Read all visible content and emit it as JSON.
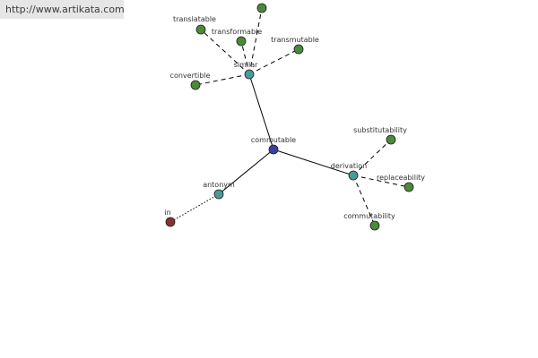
{
  "source_url": "http://www.artikata.com",
  "colors": {
    "center": "#3b3f9a",
    "hub": "#4a9a98",
    "leaf": "#4a8a3a",
    "opposite": "#8a3030"
  },
  "nodes": [
    {
      "id": "commutable",
      "label": "commutable",
      "kind": "center"
    },
    {
      "id": "similar",
      "label": "similar",
      "kind": "hub"
    },
    {
      "id": "derivation",
      "label": "derivation",
      "kind": "hub"
    },
    {
      "id": "antonym",
      "label": "antonym",
      "kind": "hub"
    },
    {
      "id": "in",
      "label": "in",
      "kind": "opposite"
    },
    {
      "id": "translatable",
      "label": "translatable",
      "kind": "leaf"
    },
    {
      "id": "transformable",
      "label": "transformable",
      "kind": "leaf"
    },
    {
      "id": "transmutable",
      "label": "transmutable",
      "kind": "leaf"
    },
    {
      "id": "convertible",
      "label": "convertible",
      "kind": "leaf"
    },
    {
      "id": "top-cut",
      "label": "",
      "kind": "leaf"
    },
    {
      "id": "substitutability",
      "label": "substitutability",
      "kind": "leaf"
    },
    {
      "id": "replaceability",
      "label": "replaceability",
      "kind": "leaf"
    },
    {
      "id": "commutability",
      "label": "commutability",
      "kind": "leaf"
    }
  ],
  "edges": [
    {
      "from": "commutable",
      "to": "similar",
      "style": "solid"
    },
    {
      "from": "commutable",
      "to": "derivation",
      "style": "solid"
    },
    {
      "from": "commutable",
      "to": "antonym",
      "style": "solid"
    },
    {
      "from": "antonym",
      "to": "in",
      "style": "dotted"
    },
    {
      "from": "similar",
      "to": "translatable",
      "style": "dashed"
    },
    {
      "from": "similar",
      "to": "transformable",
      "style": "dashed"
    },
    {
      "from": "similar",
      "to": "transmutable",
      "style": "dashed"
    },
    {
      "from": "similar",
      "to": "convertible",
      "style": "dashed"
    },
    {
      "from": "similar",
      "to": "top-cut",
      "style": "dashed"
    },
    {
      "from": "derivation",
      "to": "substitutability",
      "style": "dashed"
    },
    {
      "from": "derivation",
      "to": "replaceability",
      "style": "dashed"
    },
    {
      "from": "derivation",
      "to": "commutability",
      "style": "dashed"
    }
  ]
}
